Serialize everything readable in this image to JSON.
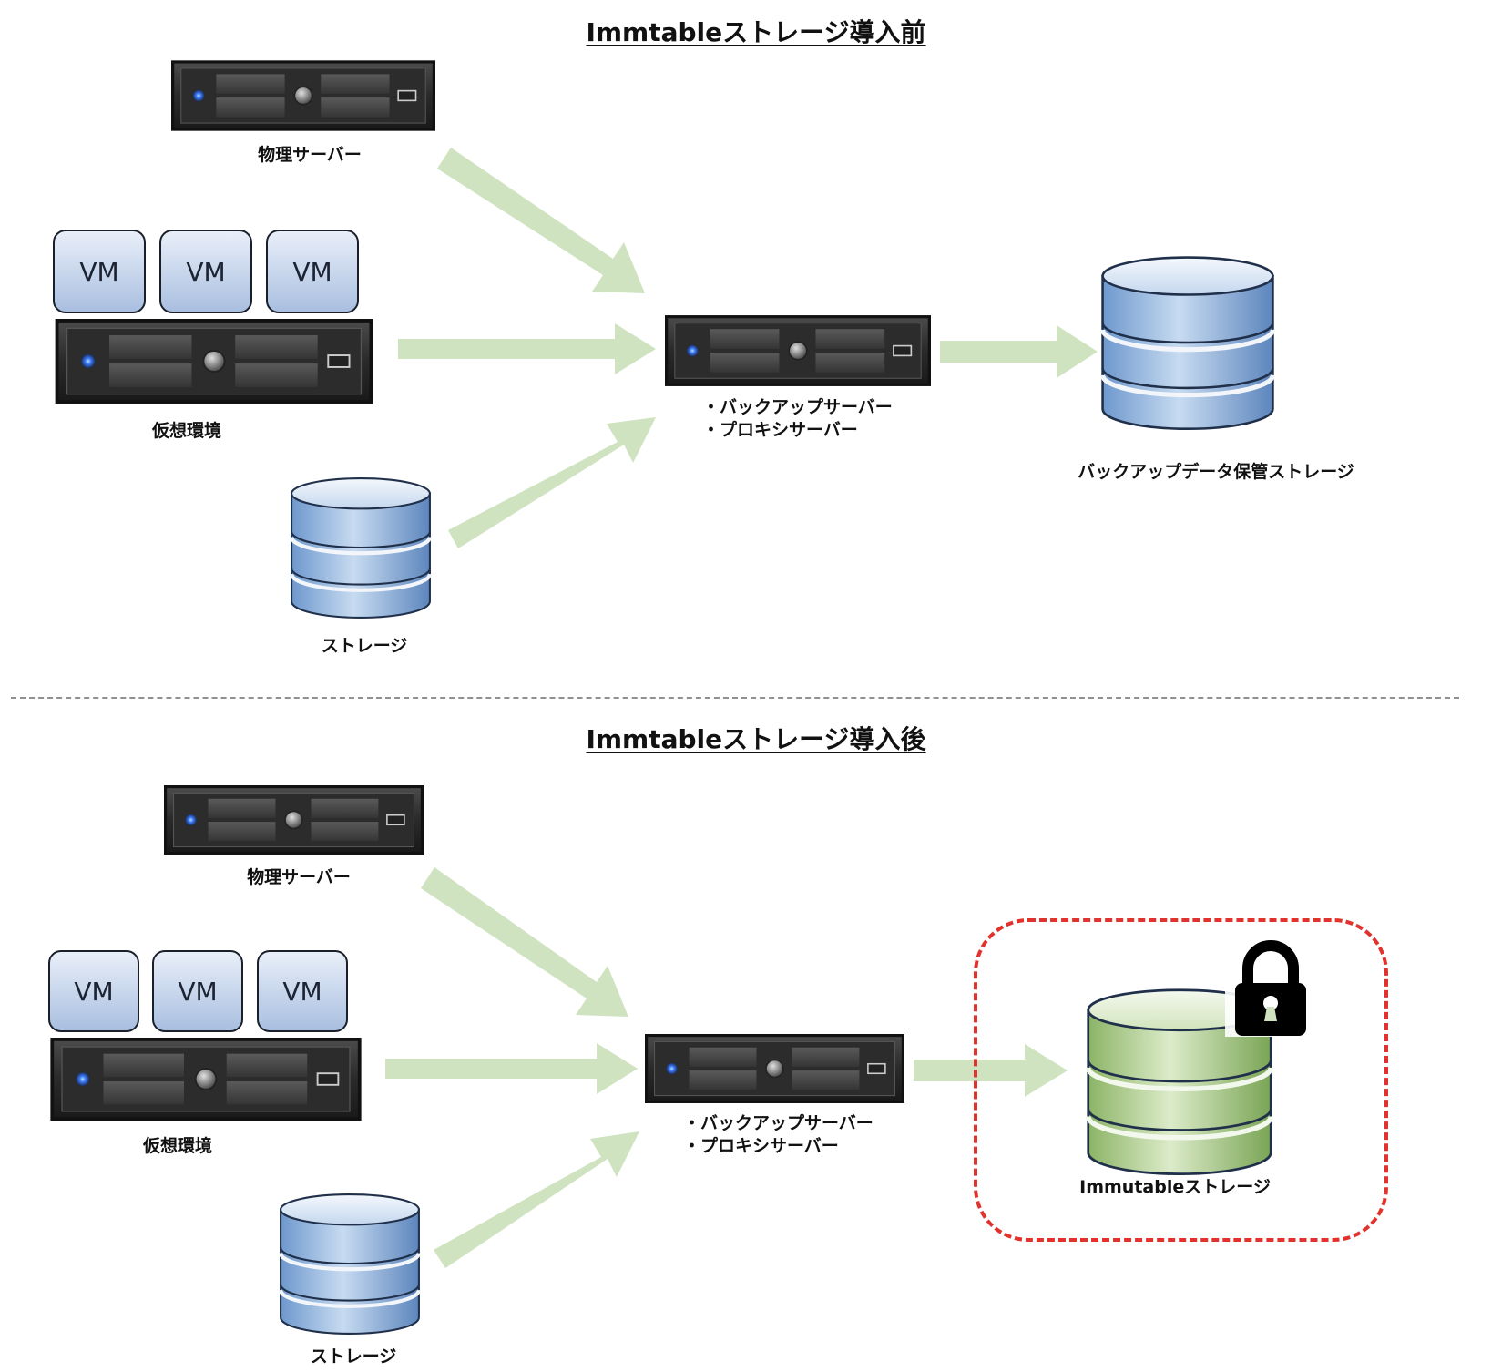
{
  "sections": {
    "before": {
      "title": "Immtableストレージ導入前",
      "physical_server_label": "物理サーバー",
      "virtual_env_label": "仮想環境",
      "vm_labels": [
        "VM",
        "VM",
        "VM"
      ],
      "storage_label": "ストレージ",
      "backup_server_lines": [
        "・バックアップサーバー",
        "・プロキシサーバー"
      ],
      "destination_label": "バックアップデータ保管ストレージ"
    },
    "after": {
      "title": "Immtableストレージ導入後",
      "physical_server_label": "物理サーバー",
      "virtual_env_label": "仮想環境",
      "vm_labels": [
        "VM",
        "VM",
        "VM"
      ],
      "storage_label": "ストレージ",
      "backup_server_lines": [
        "・バックアップサーバー",
        "・プロキシサーバー"
      ],
      "destination_label": "Immutableストレージ"
    }
  },
  "colors": {
    "arrow": "#cfe3c0",
    "highlight_border": "#e2322d",
    "storage_blue": "#8fb2dc",
    "storage_green": "#a9c98a"
  },
  "icons": {
    "server": "rack-server-icon",
    "storage": "database-icon",
    "lock": "padlock-icon"
  }
}
